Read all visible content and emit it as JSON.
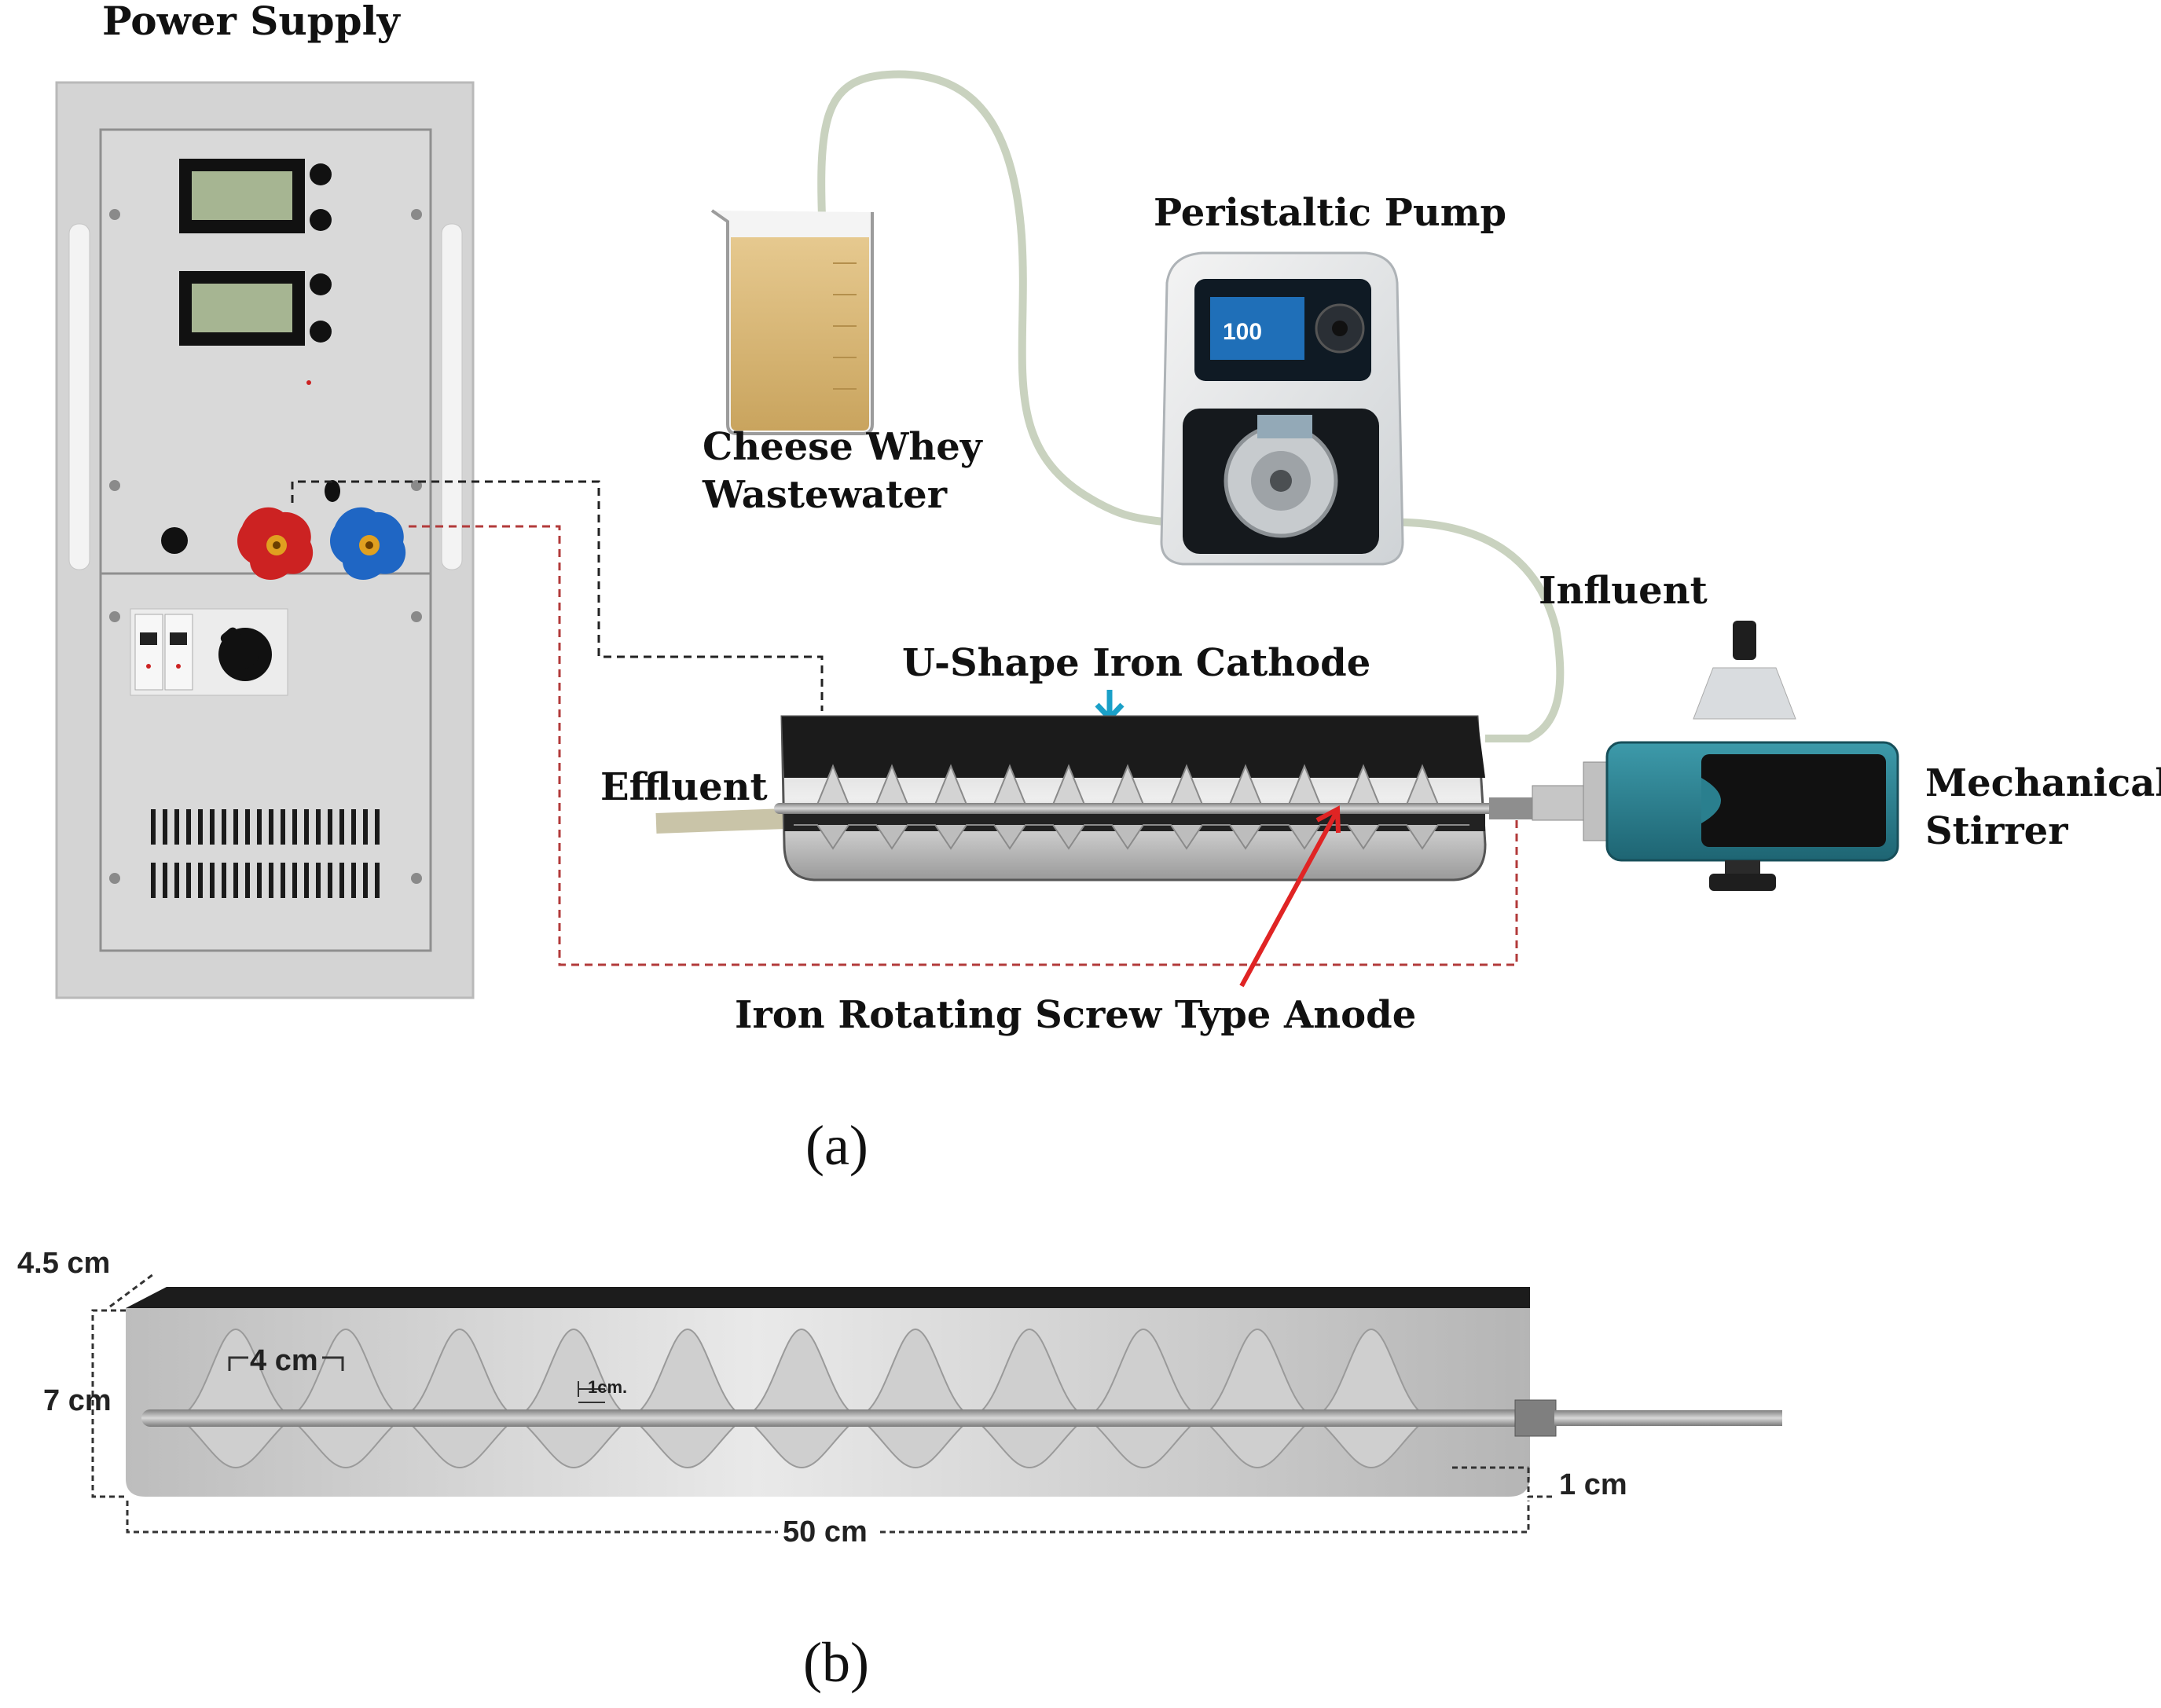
{
  "panel_a": {
    "caption": "(a)",
    "power_supply": {
      "label": "Power Supply"
    },
    "beaker": {
      "label_line1": "Cheese Whey",
      "label_line2": "Wastewater"
    },
    "pump": {
      "label": "Peristaltic Pump",
      "display": "100"
    },
    "influent_label": "Influent",
    "effluent_label": "Effluent",
    "cathode_label": "U-Shape Iron Cathode",
    "anode_label": "Iron Rotating Screw Type Anode",
    "stirrer": {
      "label_line1": "Mechanical",
      "label_line2": "Stirrer"
    }
  },
  "panel_b": {
    "caption": "(b)",
    "dimensions": {
      "depth": "4.5 cm",
      "height": "7 cm",
      "pitch": "4 cm",
      "blade": "1cm.",
      "length": "50 cm",
      "clearance": "1 cm"
    }
  },
  "colors": {
    "cathode_red": "#cc2222",
    "anode_blue": "#1f66c4",
    "arrow_blue": "#1aa0c8",
    "stirrer_teal": "#2a7f8e",
    "wastewater": "#d9b77a"
  }
}
